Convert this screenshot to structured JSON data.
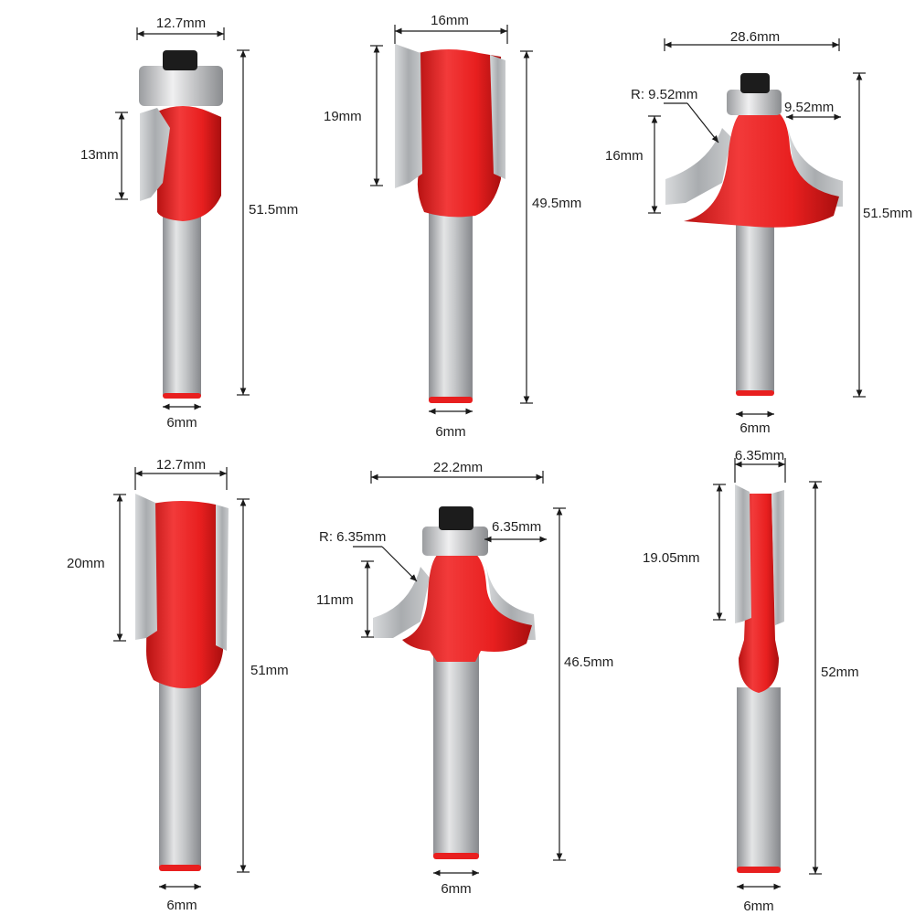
{
  "colors": {
    "red": "#e81f1f",
    "red_dark": "#b81212",
    "steel": "#c4c6c8",
    "steel_dark": "#8e9094",
    "blade": "#b4b7ba",
    "bearing": "#d9dadc",
    "bolt": "#1c1c1c"
  },
  "bits": [
    {
      "kind": "flush-trim-bearing",
      "width": "12.7mm",
      "cut_height": "13mm",
      "total_length": "51.5mm",
      "shank": "6mm"
    },
    {
      "kind": "straight",
      "width": "16mm",
      "cut_height": "19mm",
      "total_length": "49.5mm",
      "shank": "6mm"
    },
    {
      "kind": "round-over",
      "width": "28.6mm",
      "radius_label": "R: 9.52mm",
      "offset": "9.52mm",
      "cut_height": "16mm",
      "total_length": "51.5mm",
      "shank": "6mm"
    },
    {
      "kind": "straight",
      "width": "12.7mm",
      "cut_height": "20mm",
      "total_length": "51mm",
      "shank": "6mm"
    },
    {
      "kind": "round-over",
      "width": "22.2mm",
      "radius_label": "R: 6.35mm",
      "offset": "6.35mm",
      "cut_height": "11mm",
      "total_length": "46.5mm",
      "shank": "6mm"
    },
    {
      "kind": "straight-narrow",
      "width": "6.35mm",
      "cut_height": "19.05mm",
      "total_length": "52mm",
      "shank": "6mm"
    }
  ]
}
